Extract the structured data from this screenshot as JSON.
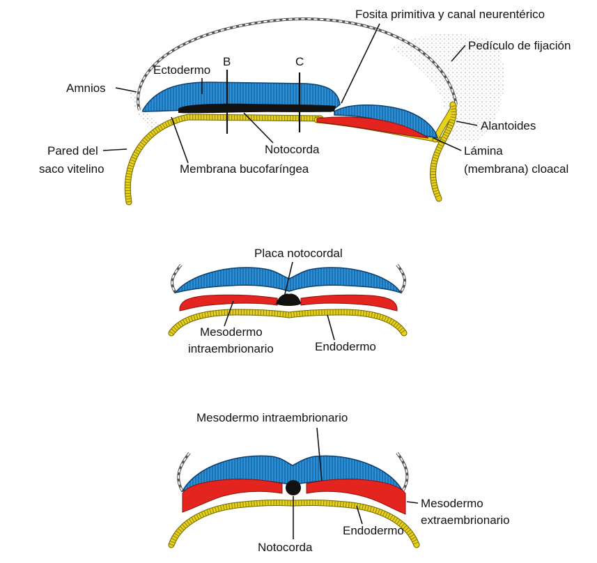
{
  "top": {
    "fosita": "Fosita primitiva y canal neurentérico",
    "pediculo": "Pedículo de fijación",
    "amnios": "Amnios",
    "ectodermo": "Ectodermo",
    "B": "B",
    "C": "C",
    "alantoides": "Alantoides",
    "notocorda": "Notocorda",
    "pared_line1": "Pared del",
    "pared_line2": "saco vitelino",
    "membrana_buco": "Membrana bucofaríngea",
    "lamina_line1": "Lámina",
    "lamina_line2": "(membrana) cloacal"
  },
  "middle": {
    "placa": "Placa notocordal",
    "meso_line1": "Mesodermo",
    "meso_line2": "intraembrionario",
    "endodermo": "Endodermo"
  },
  "bottom": {
    "meso_intra": "Mesodermo intraembrionario",
    "meso_extra_line1": "Mesodermo",
    "meso_extra_line2": "extraembrionario",
    "endodermo": "Endodermo",
    "notocorda": "Notocorda"
  },
  "colors": {
    "ectoderm": "#2a8fd6",
    "mesoderm": "#e3241f",
    "endoderm_yolk": "#e7d21a",
    "notochord": "#111111"
  }
}
